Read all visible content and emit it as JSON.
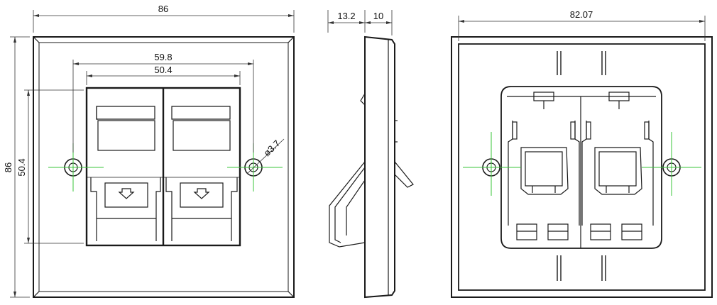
{
  "front_view": {
    "overall_width": "86",
    "overall_height": "86",
    "hole_spacing": "59.8",
    "module_width": "50.4",
    "module_height": "50.4",
    "hole_diameter": "ø3.7"
  },
  "side_view": {
    "depth_behind": "13.2",
    "depth_front": "10"
  },
  "rear_view": {
    "inner_width": "82.07"
  },
  "colors": {
    "line": "#1a1a1a",
    "dimension": "#333333",
    "centerline": "#3ac43a"
  }
}
